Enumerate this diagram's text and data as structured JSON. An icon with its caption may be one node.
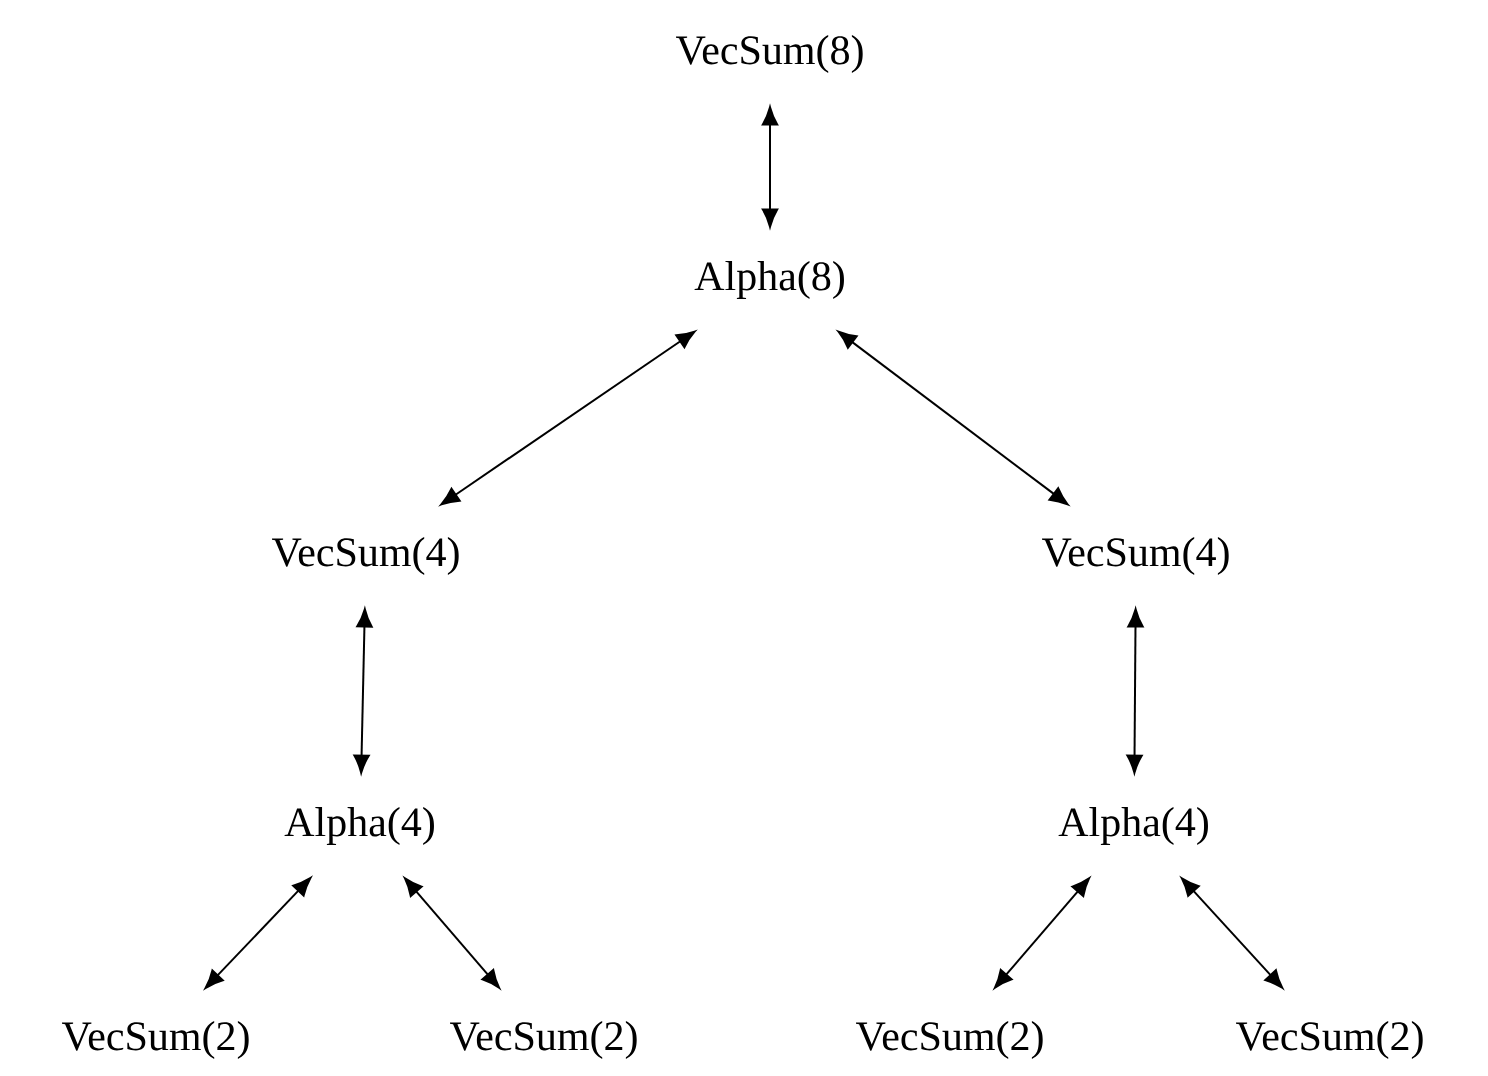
{
  "diagram": {
    "nodes": [
      {
        "text": [
          "VecSum(8)"
        ]
      },
      {
        "text": [
          "Alpha(8)"
        ]
      },
      {
        "text": [
          "VecSum(4)"
        ]
      },
      {
        "text": [
          "VecSum(4)"
        ]
      },
      {
        "text": [
          "Alpha(4)"
        ]
      },
      {
        "text": [
          "Alpha(4)"
        ]
      },
      {
        "text": [
          "VecSum(2)"
        ]
      },
      {
        "text": [
          "VecSum(2)"
        ]
      },
      {
        "text": [
          "VecSum(2)"
        ]
      },
      {
        "text": [
          "VecSum(2)"
        ]
      }
    ],
    "edges": [
      {
        "from": 0,
        "to": 1,
        "arrow": "both"
      },
      {
        "from": 1,
        "to": 2,
        "arrow": "both"
      },
      {
        "from": 1,
        "to": 3,
        "arrow": "both"
      },
      {
        "from": 2,
        "to": 4,
        "arrow": "both"
      },
      {
        "from": 3,
        "to": 5,
        "arrow": "both"
      },
      {
        "from": 4,
        "to": 6,
        "arrow": "both"
      },
      {
        "from": 4,
        "to": 7,
        "arrow": "both"
      },
      {
        "from": 5,
        "to": 8,
        "arrow": "both"
      },
      {
        "from": 5,
        "to": 9,
        "arrow": "both"
      }
    ]
  }
}
